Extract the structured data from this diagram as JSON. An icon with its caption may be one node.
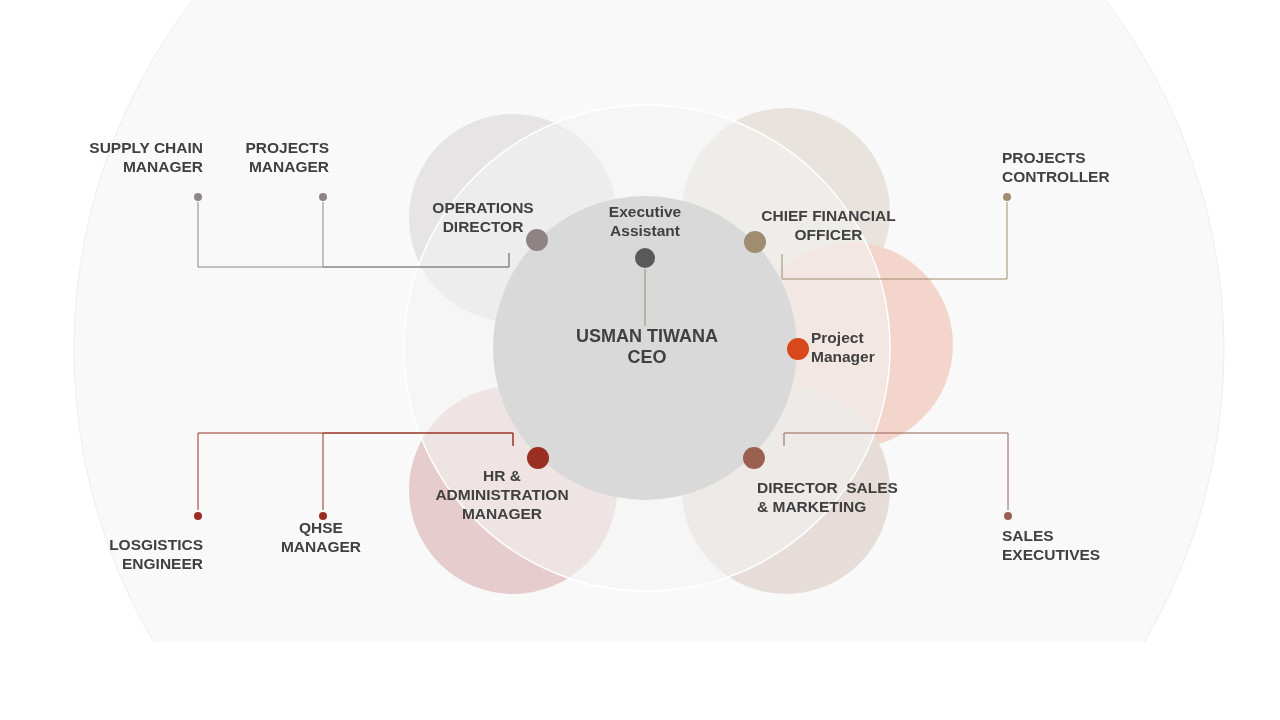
{
  "diagram": {
    "nodes": [
      {
        "text": [
          "SUPPLY CHAIN MANAGER"
        ]
      },
      {
        "text": [
          "PROJECTS MANAGER"
        ]
      },
      {
        "text": [
          "OPERATIONS DIRECTOR"
        ]
      },
      {
        "text": [
          "Executive Assistant"
        ]
      },
      {
        "text": [
          "USMAN TIWANA CEO"
        ]
      },
      {
        "text": [
          "CHIEF FINANCIAL OFFICER"
        ]
      },
      {
        "text": [
          "PROJECTS CONTROLLER"
        ]
      },
      {
        "text": [
          "Project Manager"
        ]
      },
      {
        "text": [
          "HR & ADMINISTRATION MANAGER"
        ]
      },
      {
        "text": [
          "DIRECTOR  SALES & MARKETING"
        ]
      },
      {
        "text": [
          "SALES EXECUTIVES"
        ]
      },
      {
        "text": [
          "LOSGISTICS ENGINEER"
        ]
      },
      {
        "text": [
          "QHSE MANAGER"
        ]
      }
    ],
    "edges": [
      {
        "from": 2,
        "to": 0,
        "arrow": "none",
        "color": "#8e8486"
      },
      {
        "from": 2,
        "to": 1,
        "arrow": "none",
        "color": "#8e8486"
      },
      {
        "from": 3,
        "to": 4,
        "arrow": "none",
        "color": "#a08c6e"
      },
      {
        "from": 5,
        "to": 6,
        "arrow": "none",
        "color": "#a08c6e"
      },
      {
        "from": 8,
        "to": 11,
        "arrow": "none",
        "color": "#9a3325"
      },
      {
        "from": 8,
        "to": 12,
        "arrow": "none",
        "color": "#9a3325"
      },
      {
        "from": 9,
        "to": 10,
        "arrow": "none",
        "color": "#9a6050"
      }
    ]
  }
}
